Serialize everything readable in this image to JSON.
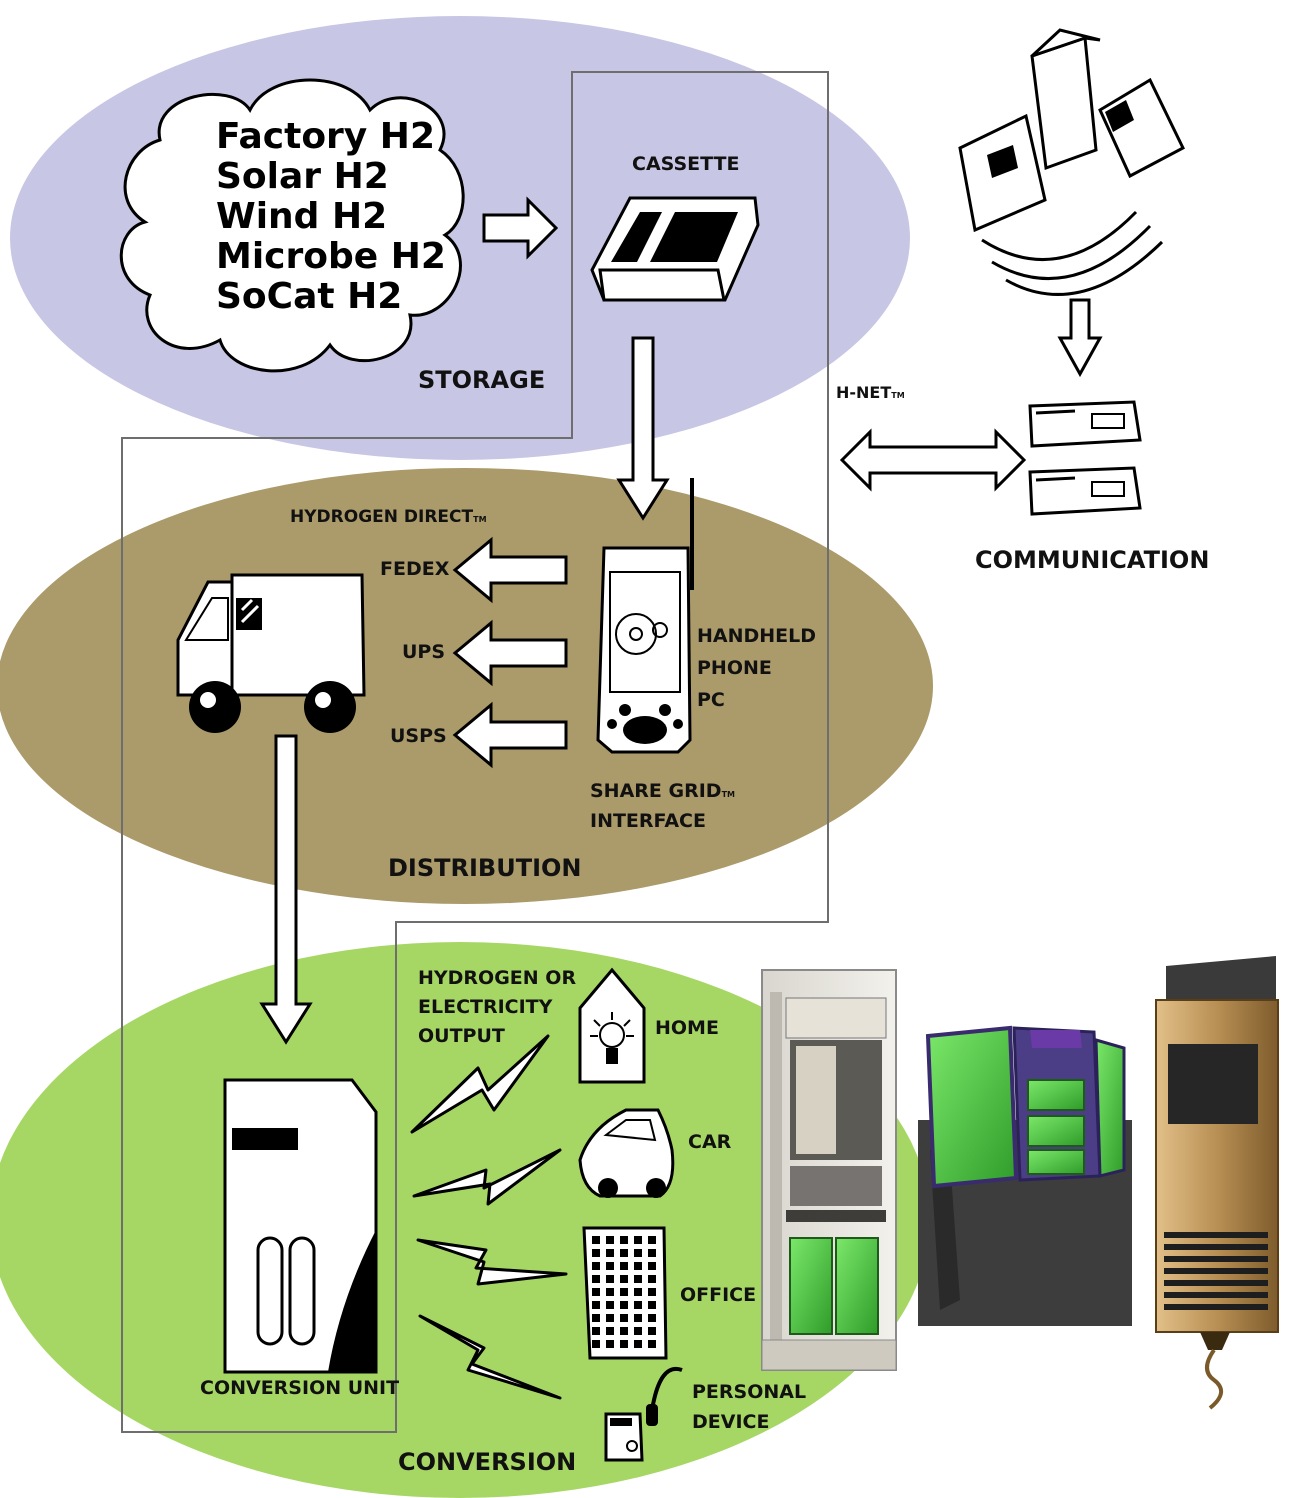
{
  "colors": {
    "storage_ellipse": "#c7c6e4",
    "distribution_ellipse": "#ab9a6a",
    "conversion_ellipse": "#a6d765",
    "frame_line": "#6e6e6e",
    "battery_green": "#58d04a",
    "generator_tan": "#b88f54"
  },
  "storage": {
    "label": "STORAGE",
    "sources": [
      "Factory H2",
      "Solar H2",
      "Wind H2",
      "Microbe H2",
      "SoCat H2"
    ],
    "cassette_label": "CASSETTE"
  },
  "network": {
    "hnet_label": "H-NET",
    "hnet_tm": "TM",
    "communication_label": "COMMUNICATION"
  },
  "distribution": {
    "label": "DISTRIBUTION",
    "service_label": "HYDROGEN DIRECT",
    "service_tm": "TM",
    "carriers": [
      "FEDEX",
      "UPS",
      "USPS"
    ],
    "device_lines": [
      "HANDHELD",
      "PHONE",
      "PC"
    ],
    "share_grid": "SHARE GRID",
    "share_grid_tm": "TM",
    "interface": "INTERFACE"
  },
  "conversion": {
    "label": "CONVERSION",
    "unit_label": "CONVERSION UNIT",
    "output_lines": [
      "HYDROGEN OR",
      "ELECTRICITY",
      "OUTPUT"
    ],
    "targets": {
      "home": "HOME",
      "car": "CAR",
      "office": "OFFICE",
      "personal": [
        "PERSONAL",
        "DEVICE"
      ]
    }
  },
  "icons": [
    "cloud-icon",
    "cassette-icon",
    "satellite-icon",
    "server-icon",
    "delivery-van-icon",
    "handheld-icon",
    "conversion-unit-icon",
    "lightbulb-icon",
    "car-icon",
    "office-building-icon",
    "headset-icon",
    "equipment-cabinet-icon",
    "battery-pack-icon",
    "fuel-cell-generator-icon"
  ]
}
